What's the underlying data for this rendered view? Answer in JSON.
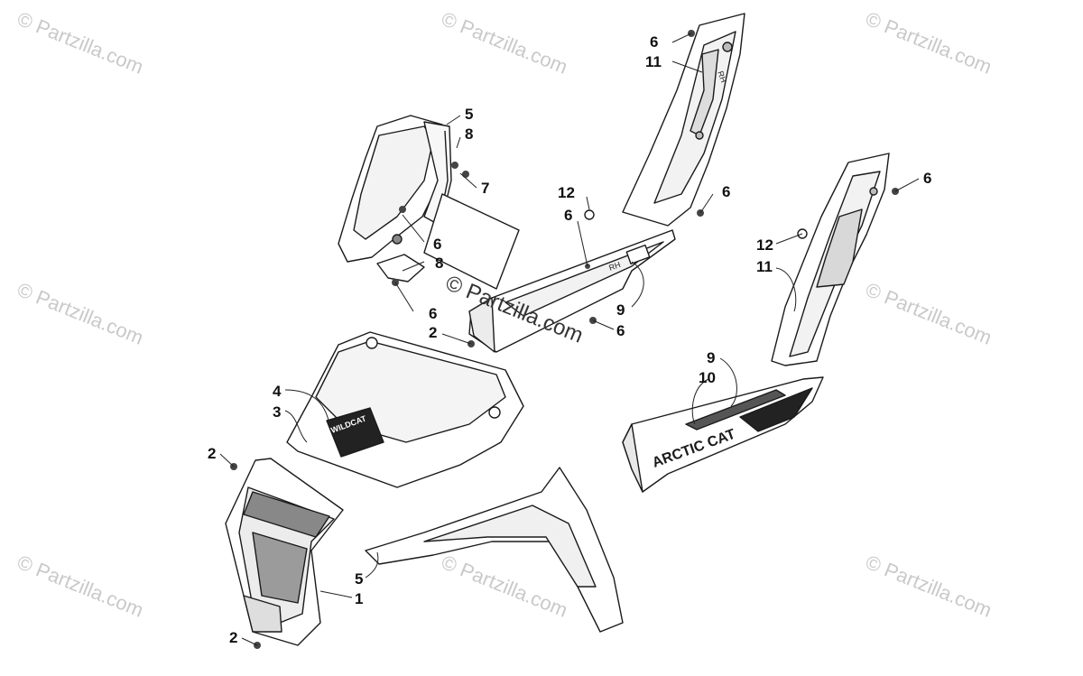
{
  "watermark": "© Partzilla.com",
  "center_watermark": "© Partzilla.com",
  "decal_wildcat": "WILDCAT",
  "decal_arctic_cat": "ARCTIC CAT",
  "rh_mark": "RH",
  "callouts": {
    "c6a": "6",
    "c11a": "11",
    "c5a": "5",
    "c8a": "8",
    "c7": "7",
    "c12a": "12",
    "c6b": "6",
    "c6c": "6",
    "c6d": "6",
    "c8b": "8",
    "c6e": "6",
    "c2a": "2",
    "c9a": "9",
    "c6f": "6",
    "c12b": "12",
    "c11b": "11",
    "c6g": "6",
    "c4": "4",
    "c3": "3",
    "c9b": "9",
    "c10": "10",
    "c2b": "2",
    "c5b": "5",
    "c1": "1",
    "c2c": "2"
  }
}
